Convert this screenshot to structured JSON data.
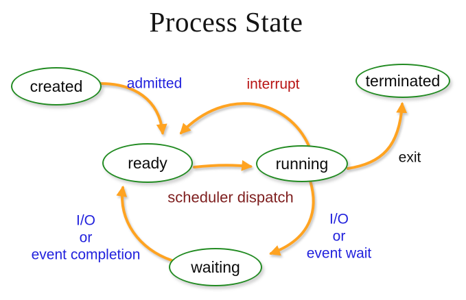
{
  "title": "Process State",
  "colors": {
    "state_border": "#228B22",
    "arrow": "#FFA321",
    "label_blue": "#2222DD",
    "label_red": "#B81414",
    "label_maroon": "#7E1E1E",
    "label_black": "#111111"
  },
  "states": [
    {
      "id": "created",
      "label": "created"
    },
    {
      "id": "ready",
      "label": "ready"
    },
    {
      "id": "running",
      "label": "running"
    },
    {
      "id": "terminated",
      "label": "terminated"
    },
    {
      "id": "waiting",
      "label": "waiting"
    }
  ],
  "transitions": [
    {
      "id": "admitted",
      "from": "created",
      "to": "ready",
      "label": "admitted"
    },
    {
      "id": "interrupt",
      "from": "running",
      "to": "ready",
      "label": "interrupt"
    },
    {
      "id": "scheduler-dispatch",
      "from": "ready",
      "to": "running",
      "label": "scheduler dispatch"
    },
    {
      "id": "exit",
      "from": "running",
      "to": "terminated",
      "label": "exit"
    },
    {
      "id": "io-event-wait",
      "from": "running",
      "to": "waiting",
      "label_lines": [
        "I/O",
        "or",
        "event wait"
      ]
    },
    {
      "id": "io-event-completion",
      "from": "waiting",
      "to": "ready",
      "label_lines": [
        "I/O",
        "or",
        "event completion"
      ]
    }
  ]
}
